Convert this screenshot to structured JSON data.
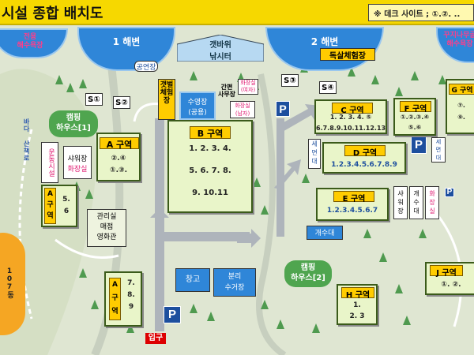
{
  "header": {
    "title": "시설 종합 배치도",
    "deck_note": "※ 데크 사이트 ; ①.②. .."
  },
  "beaches": {
    "left": {
      "name": "전용\n해수욕장"
    },
    "beach1": {
      "name": "1 해변"
    },
    "beach2": {
      "name": "2 해변"
    },
    "right": {
      "name": "꾸지나무골\n해수욕장"
    }
  },
  "facilities": {
    "performance": "공연장",
    "mudflat": "갯바위\n낚시터",
    "studio": "독살체험장",
    "temp_office": "간편\n사무장",
    "toilet_small": "화장실\n(여자)",
    "toilet_wash": "화장실\n(남자)",
    "pool": "수영장\n(공용)",
    "mudfield": "갯벌\n체험장",
    "camping1": "캠핑\n하우스[1]",
    "camping2": "캠핑\n하우스[2]",
    "sports": "운동시설",
    "shower": "샤워장",
    "shower_toilet": "화장실",
    "mgmt": "관리실\n매점\n영화관",
    "warehouse": "창고",
    "recycle": "분리\n수거장",
    "entrance": "입구",
    "sinks": "개수대",
    "sink_d": "세\n면\n대",
    "shower_e": "샤\n워\n장",
    "sink_e": "개\n수\n대",
    "toilet_e": "화\n장\n실",
    "trail": "바다 산책로",
    "condo": "107동"
  },
  "sites": {
    "s1": "S①",
    "s2": "S②",
    "s3": "S③",
    "s4": "S④"
  },
  "parking_label": "P",
  "zones": {
    "A1": {
      "title": "A 구역",
      "nums": "②.④\n①.③."
    },
    "A2": {
      "title": "A\n구\n역",
      "nums": "5.\n6"
    },
    "A3": {
      "title": "A\n구\n역",
      "nums": "7.\n8.\n9"
    },
    "B": {
      "title": "B 구역",
      "nums": "1. 2. 3. 4.\n\n5.  6.  7.  8.\n\n9. 10.11"
    },
    "C": {
      "title": "C 구역",
      "nums": "1. 2. 3. 4. ⑤\n6.7.8.9.10.11.12.13"
    },
    "D": {
      "title": "D 구역",
      "nums": "1.2.3.4.5.6.7.8.9"
    },
    "E": {
      "title": "E 구역",
      "nums": "1.2.3.4.5.6.7"
    },
    "F": {
      "title": "F 구역",
      "nums": "①.②.③.④\n⑤.⑥"
    },
    "G": {
      "title": "G 구역",
      "nums": "⑦.\n⑨."
    },
    "H": {
      "title": "H 구역",
      "nums": "1.\n2.   3"
    },
    "J": {
      "title": "J 구역",
      "nums": "①. ②."
    }
  }
}
